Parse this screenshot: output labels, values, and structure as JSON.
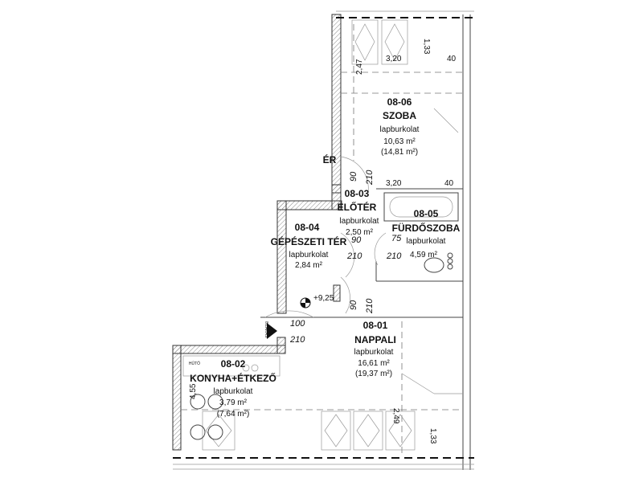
{
  "rooms": {
    "szoba": {
      "code": "08-06",
      "name": "SZOBA",
      "floor": "lapburkolat",
      "area": "10,63 m²",
      "gross": "(14,81 m²)"
    },
    "eloter": {
      "code": "08-03",
      "name": "ELŐTÉR",
      "floor": "lapburkolat",
      "area": "2,50 m²",
      "partial": "ÉR"
    },
    "gepeszeti": {
      "code": "08-04",
      "name": "GÉPÉSZETI TÉR",
      "floor": "lapburkolat",
      "area": "2,84 m²"
    },
    "furdo": {
      "code": "08-05",
      "name": "FÜRDŐSZOBA",
      "floor": "lapburkolat",
      "area": "4,59 m²"
    },
    "nappali": {
      "code": "08-01",
      "name": "NAPPALI",
      "floor": "lapburkolat",
      "area": "16,61 m²",
      "gross": "(19,37 m²)"
    },
    "konyha": {
      "code": "08-02",
      "name": "KONYHA+ÉTKEZŐ",
      "floor": "lapburkolat",
      "area": "3,79 m²",
      "gross": "(7,64 m²)",
      "fridge": "HŰTŐ"
    }
  },
  "dims": {
    "d320a": "3,20",
    "d133a": "1,33",
    "d40a": "40",
    "d247": "2,47",
    "d320b": "3,20",
    "d40b": "40",
    "d455": "4,55",
    "d249": "2,49",
    "d133b": "1,33"
  },
  "doors": {
    "d1w": "90",
    "d1h": "210",
    "d2w": "90",
    "d2h": "210",
    "d3w": "75",
    "d3h": "210",
    "d4w": "90",
    "d4h": "210",
    "entw": "100",
    "enth": "210"
  },
  "level": "+9,25",
  "entrance_label": "8.LAKÁS"
}
